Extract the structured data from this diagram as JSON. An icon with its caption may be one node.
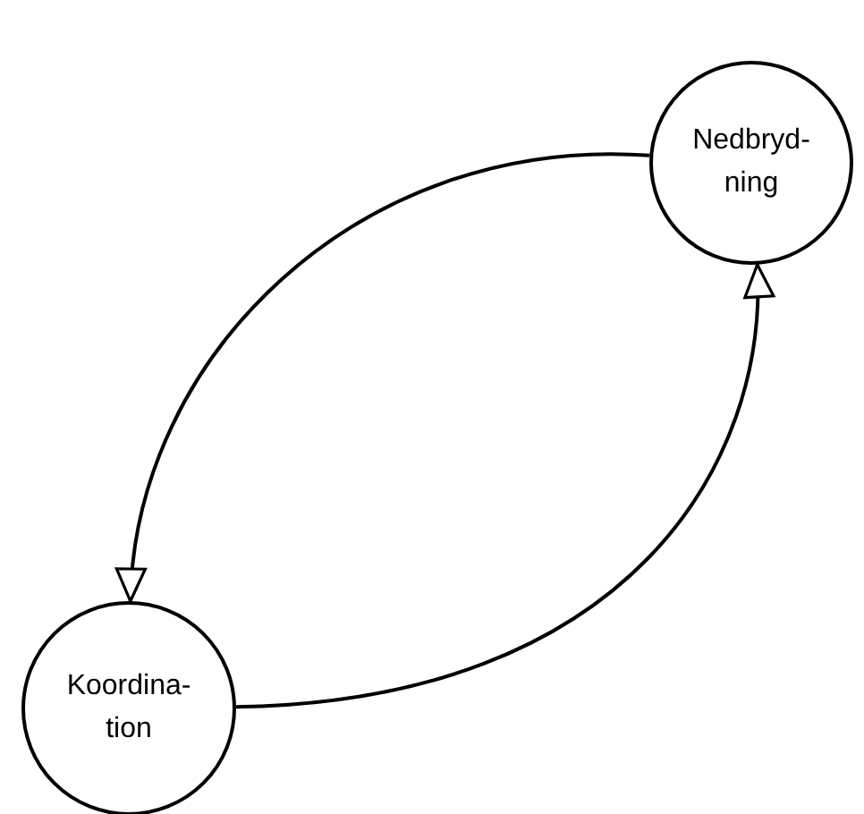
{
  "diagram": {
    "nodes": [
      {
        "text": [
          "Nedbryd- ning"
        ]
      },
      {
        "text": [
          "Koordina- tion"
        ]
      }
    ],
    "edges": [
      {
        "from": 0,
        "to": 1,
        "arrow": "to"
      },
      {
        "from": 1,
        "to": 0,
        "arrow": "to"
      }
    ]
  }
}
